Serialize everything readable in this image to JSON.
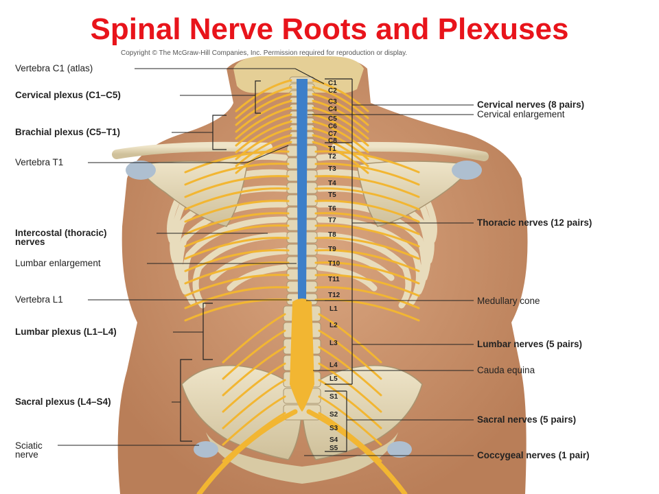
{
  "title": "Spinal Nerve Roots and Plexuses",
  "copyright": "Copyright © The McGraw-Hill Companies, Inc. Permission required for reproduction or display.",
  "left_labels": {
    "vertebra_c1": "Vertebra C1 (atlas)",
    "cervical_plexus": "Cervical plexus (C1–C5)",
    "brachial_plexus": "Brachial plexus (C5–T1)",
    "vertebra_t1": "Vertebra T1",
    "intercostal_1": "Intercostal (thoracic)",
    "intercostal_2": "nerves",
    "lumbar_enlargement": "Lumbar enlargement",
    "vertebra_l1": "Vertebra L1",
    "lumbar_plexus": "Lumbar plexus (L1–L4)",
    "sacral_plexus": "Sacral plexus (L4–S4)",
    "sciatic_1": "Sciatic",
    "sciatic_2": "nerve"
  },
  "right_labels": {
    "cervical_nerves": "Cervical nerves (8 pairs)",
    "cervical_enlargement": "Cervical enlargement",
    "thoracic_nerves": "Thoracic nerves (12 pairs)",
    "medullary_cone": "Medullary cone",
    "lumbar_nerves": "Lumbar nerves (5 pairs)",
    "cauda_equina": "Cauda equina",
    "sacral_nerves": "Sacral nerves (5 pairs)",
    "coccygeal_nerves": "Coccygeal nerves (1 pair)"
  },
  "segments": {
    "c1": "C1",
    "c2": "C2",
    "c3": "C3",
    "c4": "C4",
    "c5": "C5",
    "c6": "C6",
    "c7": "C7",
    "c8": "C8",
    "t1": "T1",
    "t2": "T2",
    "t3": "T3",
    "t4": "T4",
    "t5": "T5",
    "t6": "T6",
    "t7": "T7",
    "t8": "T8",
    "t9": "T9",
    "t10": "T10",
    "t11": "T11",
    "t12": "T12",
    "l1": "L1",
    "l2": "L2",
    "l3": "L3",
    "l4": "L4",
    "l5": "L5",
    "s1": "S1",
    "s2": "S2",
    "s3": "S3",
    "s4": "S4",
    "s5": "S5"
  },
  "colors": {
    "title": "#e8141b",
    "skin": "#c9946f",
    "bone": "#e6dcc0",
    "nerve": "#f2b632",
    "cord": "#3d7fc9"
  }
}
